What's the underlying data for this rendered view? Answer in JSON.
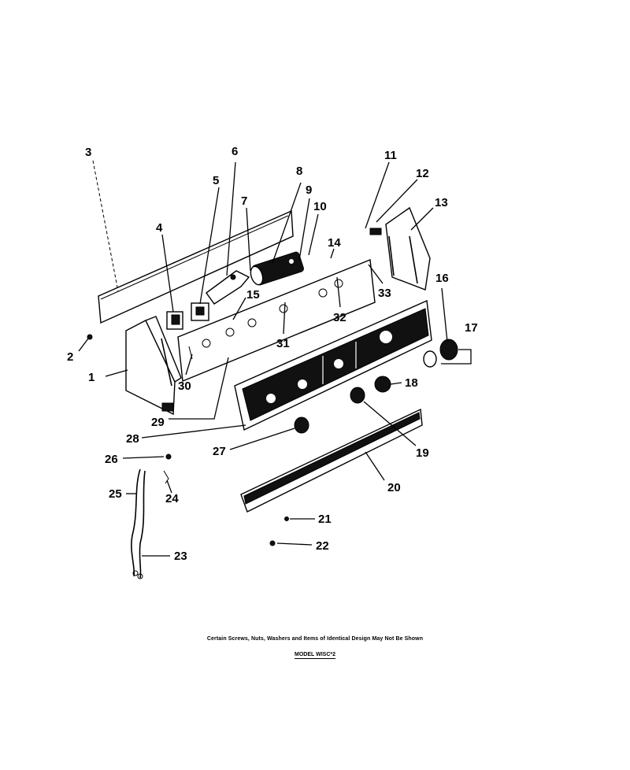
{
  "header_fragment": "",
  "notes": {
    "hardware": "Certain Screws, Nuts, Washers and Items of Identical Design May Not Be Shown",
    "model": "MODEL WISC*2"
  },
  "callouts": [
    {
      "id": "c1",
      "text": "1"
    },
    {
      "id": "c2",
      "text": "2"
    },
    {
      "id": "c3",
      "text": "3"
    },
    {
      "id": "c4",
      "text": "4"
    },
    {
      "id": "c5",
      "text": "5"
    },
    {
      "id": "c6",
      "text": "6"
    },
    {
      "id": "c7",
      "text": "7"
    },
    {
      "id": "c8",
      "text": "8"
    },
    {
      "id": "c9",
      "text": "9"
    },
    {
      "id": "c10",
      "text": "10"
    },
    {
      "id": "c11",
      "text": "11"
    },
    {
      "id": "c12",
      "text": "12"
    },
    {
      "id": "c13",
      "text": "13"
    },
    {
      "id": "c14",
      "text": "14"
    },
    {
      "id": "c15",
      "text": "15"
    },
    {
      "id": "c16",
      "text": "16"
    },
    {
      "id": "c17",
      "text": "17"
    },
    {
      "id": "c18",
      "text": "18"
    },
    {
      "id": "c19",
      "text": "19"
    },
    {
      "id": "c20",
      "text": "20"
    },
    {
      "id": "c21",
      "text": "21"
    },
    {
      "id": "c22",
      "text": "22"
    },
    {
      "id": "c23",
      "text": "23"
    },
    {
      "id": "c24",
      "text": "24"
    },
    {
      "id": "c25",
      "text": "25"
    },
    {
      "id": "c26",
      "text": "26"
    },
    {
      "id": "c27",
      "text": "27"
    },
    {
      "id": "c28",
      "text": "28"
    },
    {
      "id": "c29",
      "text": "29"
    },
    {
      "id": "c30",
      "text": "30"
    },
    {
      "id": "c31",
      "text": "31"
    },
    {
      "id": "c32",
      "text": "32"
    },
    {
      "id": "c33",
      "text": "33"
    }
  ]
}
